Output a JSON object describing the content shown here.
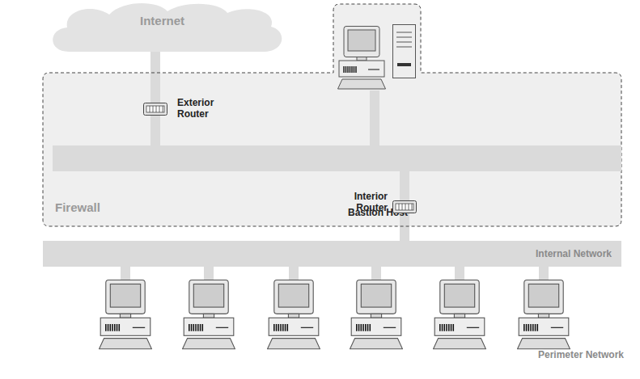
{
  "diagram": {
    "nodes": [
      {
        "text": [
          "Internet"
        ]
      },
      {
        "text": [
          "Firewall"
        ]
      },
      {
        "text": [
          "Bastion Host"
        ],
        "in": 1
      },
      {
        "text": [
          "Exterior Router"
        ],
        "in": 1
      },
      {
        "text": [
          "Perimeter Network"
        ],
        "in": 1
      },
      {
        "text": [
          "Interior Router"
        ],
        "in": 1
      },
      {
        "text": [
          "Internal Network"
        ]
      }
    ],
    "edges": [
      {
        "from": 0,
        "to": 3,
        "arrow": "none"
      },
      {
        "from": 3,
        "to": 4,
        "arrow": "none"
      },
      {
        "from": 2,
        "to": 4,
        "arrow": "none"
      },
      {
        "from": 4,
        "to": 5,
        "arrow": "none"
      },
      {
        "from": 5,
        "to": 6,
        "arrow": "none"
      }
    ]
  }
}
